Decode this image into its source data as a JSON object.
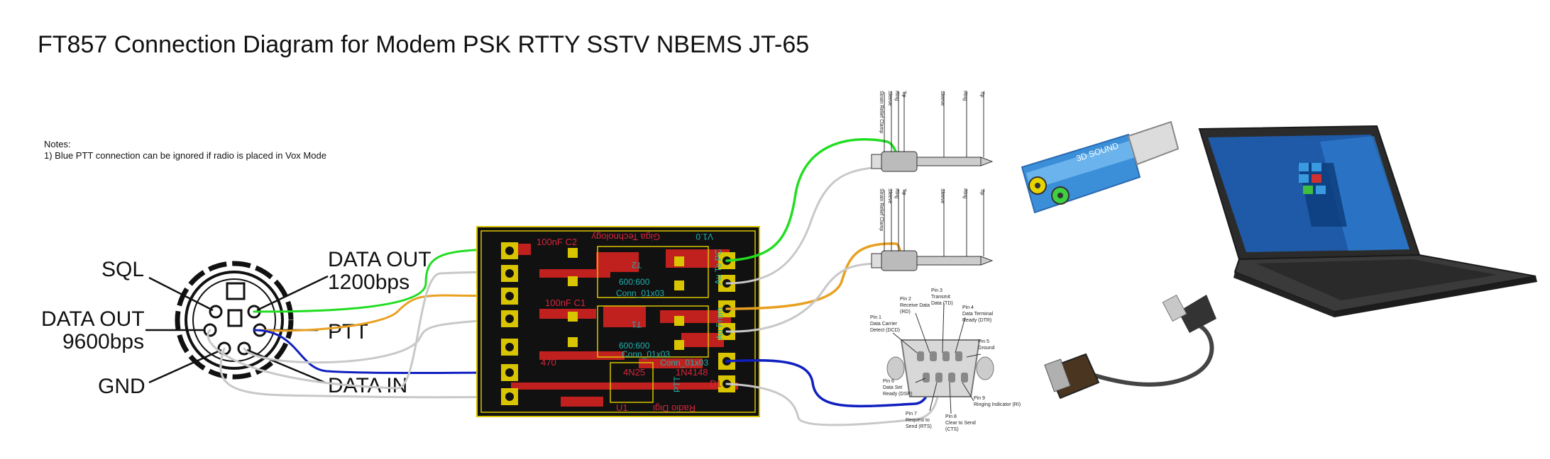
{
  "title": "FT857 Connection Diagram for Modem PSK RTTY SSTV NBEMS JT-65",
  "notes": {
    "heading": "Notes:",
    "line1": "1) Blue PTT connection can be ignored if radio is placed in Vox Mode"
  },
  "din_labels": {
    "sql": "SQL",
    "data_out_9600_l1": "DATA OUT",
    "data_out_9600_l2": "9600bps",
    "gnd": "GND",
    "data_out_1200_l1": "DATA OUT",
    "data_out_1200_l2": "1200bps",
    "ptt": "PTT",
    "data_in": "DATA IN"
  },
  "pcb": {
    "brand": "Giga Technology",
    "version": "V1.0",
    "footer": "Radio Digi",
    "t1": "T1",
    "t2": "T2",
    "ratio1": "600:600",
    "ratio2": "600:600",
    "conn_a": "Conn_01x03",
    "conn_b": "Conn_01x03",
    "conn_c": "Conn_01x03",
    "au_to_pc": "Au To PC",
    "au_from": "Au From",
    "ptt": "PTT",
    "u1": "U1",
    "u1_part": "4N25",
    "r1": "470",
    "c1": "100nF C1",
    "c2": "100nF C2",
    "r2": "1N4148",
    "d1": "D1"
  },
  "jack_pins": {
    "strain": "Strain Relief Clamp",
    "sleeve_small": "Sleeve",
    "ring_small": "Ring",
    "tip_small": "Tip",
    "sleeve": "Sleeve",
    "ring": "Ring",
    "tip": "Tip"
  },
  "db9_pins": {
    "pin1_a": "Pin 1",
    "pin1_b": "Data Carrier",
    "pin1_c": "Detect (DCD)",
    "pin2_a": "Pin 2",
    "pin2_b": "Receive Data",
    "pin2_c": "(RD)",
    "pin3_a": "Pin 3",
    "pin3_b": "Transmit",
    "pin3_c": "Data (TD)",
    "pin4_a": "Pin 4",
    "pin4_b": "Data Terminal",
    "pin4_c": "Ready (DTR)",
    "pin5_a": "Pin 5",
    "pin5_b": "Ground",
    "pin6_a": "Pin 6",
    "pin6_b": "Data Set",
    "pin6_c": "Ready (DSR)",
    "pin7_a": "Pin 7",
    "pin7_b": "Request to",
    "pin7_c": "Send (RTS)",
    "pin8_a": "Pin 8",
    "pin8_b": "Clear to Send",
    "pin8_c": "(CTS)",
    "pin9_a": "Pin 9",
    "pin9_b": "Ringing Indicator (RI)"
  },
  "usb_dongle_label": "3D SOUND",
  "colors": {
    "green_wire": "#22dd22",
    "orange_wire": "#e8a020",
    "blue_wire": "#1020c0",
    "grey_wire": "#c8c8c8",
    "pcb_bg": "#111111",
    "pcb_trace": "#c0201e",
    "pcb_outline": "#d9c400"
  }
}
